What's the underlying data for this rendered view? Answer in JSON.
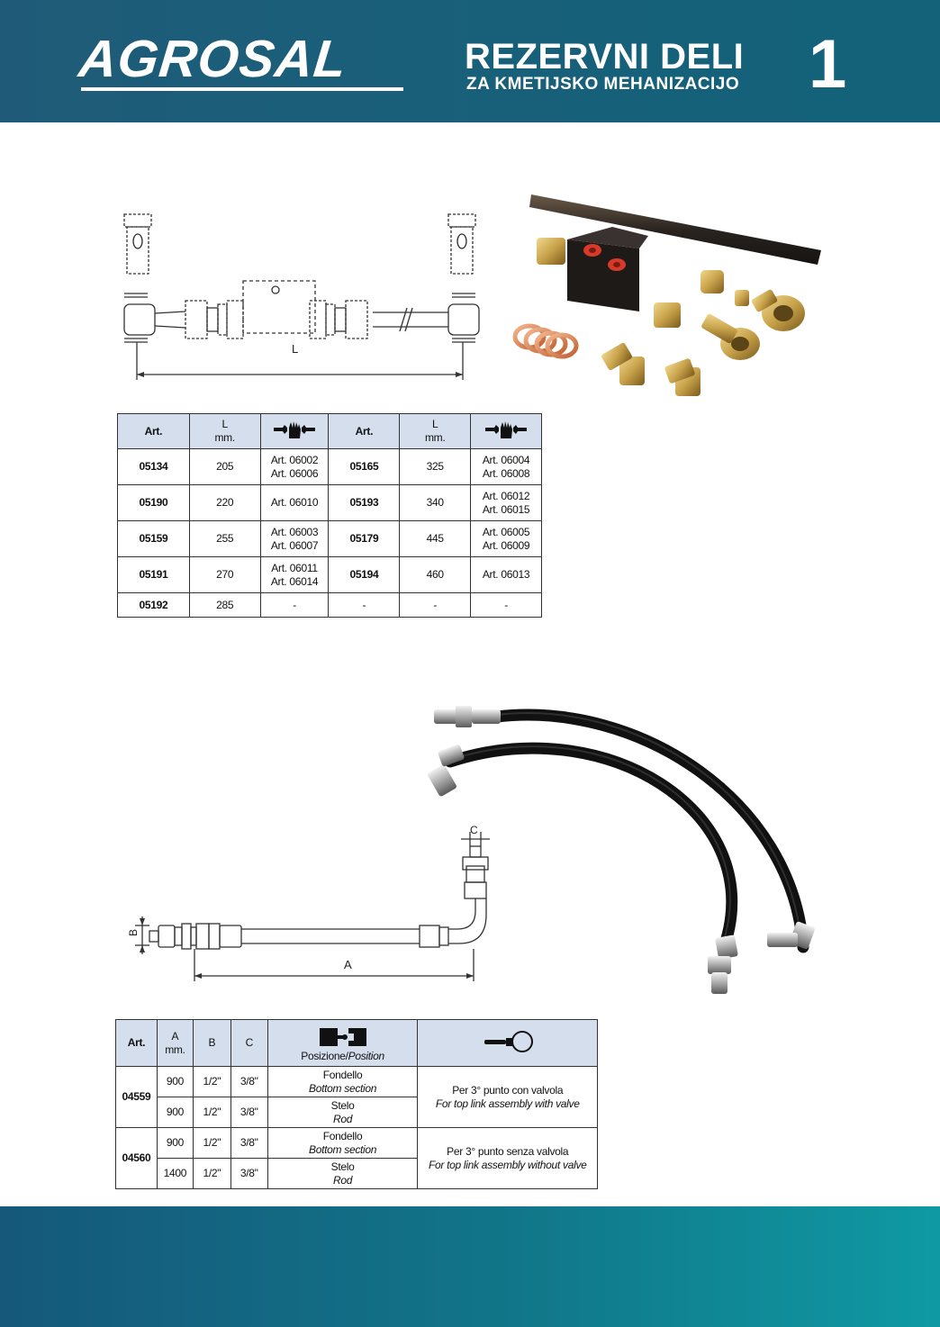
{
  "header": {
    "brand": "AGROSAL",
    "title": "REZERVNI DELI",
    "subtitle": "ZA KMETIJSKO MEHANIZACIJO",
    "page_number": "1"
  },
  "colors": {
    "header_bg": "#1f5b78",
    "footer_bg": "#117689",
    "table_header_bg": "#d5deed",
    "brass": "#c8a24a",
    "hose": "#1a1a1a"
  },
  "drawing1": {
    "label_L": "L"
  },
  "drawing2": {
    "label_A": "A",
    "label_B": "B",
    "label_C": "C"
  },
  "table1": {
    "headers": {
      "art": "Art.",
      "l": "L",
      "unit": "mm.",
      "fitting_icon": "wrench-hand-icon"
    },
    "rows": [
      {
        "art1": "05134",
        "l1": "205",
        "fit1a": "Art. 06002",
        "fit1b": "Art. 06006",
        "art2": "05165",
        "l2": "325",
        "fit2a": "Art. 06004",
        "fit2b": "Art. 06008"
      },
      {
        "art1": "05190",
        "l1": "220",
        "fit1a": "Art. 06010",
        "fit1b": "",
        "art2": "05193",
        "l2": "340",
        "fit2a": "Art. 06012",
        "fit2b": "Art. 06015"
      },
      {
        "art1": "05159",
        "l1": "255",
        "fit1a": "Art. 06003",
        "fit1b": "Art. 06007",
        "art2": "05179",
        "l2": "445",
        "fit2a": "Art. 06005",
        "fit2b": "Art. 06009"
      },
      {
        "art1": "05191",
        "l1": "270",
        "fit1a": "Art. 06011",
        "fit1b": "Art. 06014",
        "art2": "05194",
        "l2": "460",
        "fit2a": "Art. 06013",
        "fit2b": ""
      },
      {
        "art1": "05192",
        "l1": "285",
        "fit1a": "-",
        "fit1b": "",
        "art2": "-",
        "l2": "-",
        "fit2a": "-",
        "fit2b": ""
      }
    ]
  },
  "table2": {
    "headers": {
      "art": "Art.",
      "a": "A",
      "a_unit": "mm.",
      "b": "B",
      "c": "C",
      "pos_main": "Posizione/",
      "pos_italic": "Position",
      "position_icon": "cylinder-position-icon",
      "use_icon": "hose-ring-icon"
    },
    "groups": [
      {
        "art": "04559",
        "use_it": "Per 3° punto con valvola",
        "use_en": "For top link assembly with valve",
        "rows": [
          {
            "a": "900",
            "b": "1/2\"",
            "c": "3/8\"",
            "pos_it": "Fondello",
            "pos_en": "Bottom section"
          },
          {
            "a": "900",
            "b": "1/2\"",
            "c": "3/8\"",
            "pos_it": "Stelo",
            "pos_en": "Rod"
          }
        ]
      },
      {
        "art": "04560",
        "use_it": "Per 3° punto senza valvola",
        "use_en": "For top link assembly without valve",
        "rows": [
          {
            "a": "900",
            "b": "1/2\"",
            "c": "3/8\"",
            "pos_it": "Fondello",
            "pos_en": "Bottom section"
          },
          {
            "a": "1400",
            "b": "1/2\"",
            "c": "3/8\"",
            "pos_it": "Stelo",
            "pos_en": "Rod"
          }
        ]
      }
    ]
  }
}
